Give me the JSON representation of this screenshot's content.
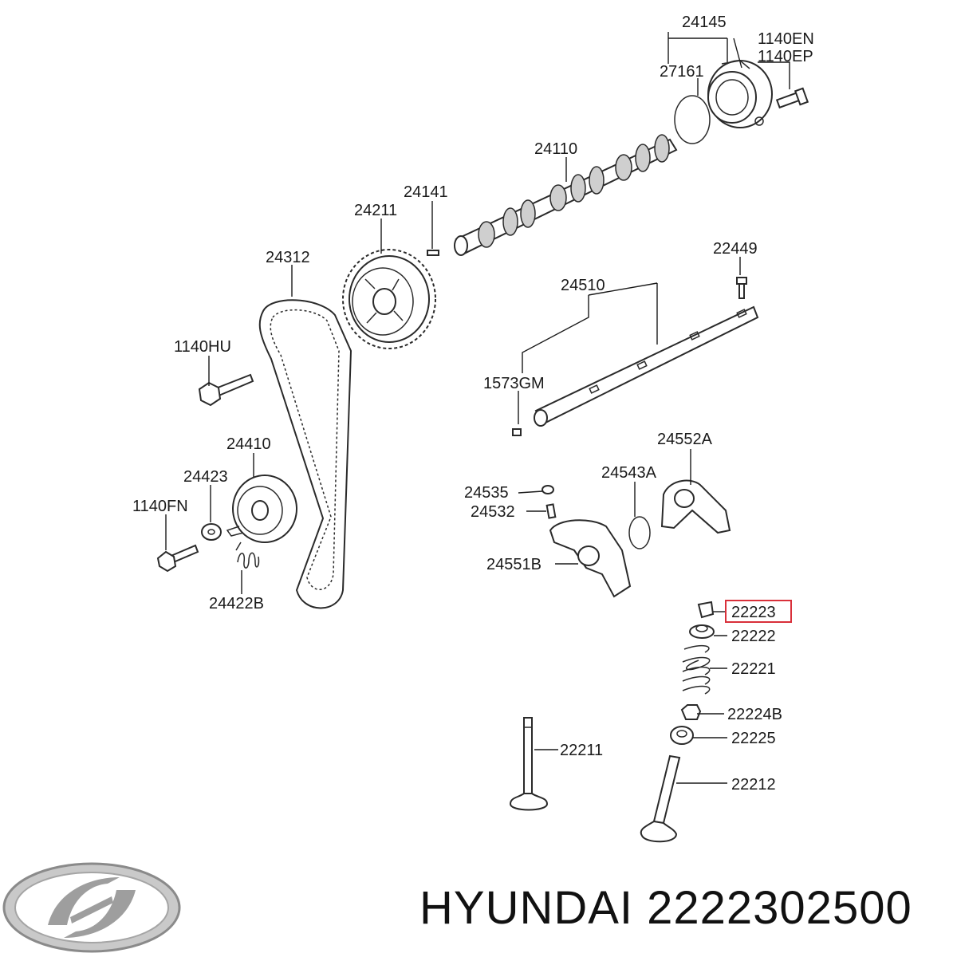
{
  "diagram": {
    "labels": {
      "l24145": "24145",
      "l1140EN": "1140EN",
      "l1140EP": "1140EP",
      "l27161": "27161",
      "l24110": "24110",
      "l24141": "24141",
      "l24211": "24211",
      "l24312": "24312",
      "l22449": "22449",
      "l24510": "24510",
      "l1140HU": "1140HU",
      "l1573GM": "1573GM",
      "l24410": "24410",
      "l24552A": "24552A",
      "l24423": "24423",
      "l24535": "24535",
      "l24543A": "24543A",
      "l1140FN": "1140FN",
      "l24532": "24532",
      "l24551B": "24551B",
      "l24422B": "24422B",
      "l22223": "22223",
      "l22222": "22222",
      "l22221": "22221",
      "l22224B": "22224B",
      "l22225": "22225",
      "l22211": "22211",
      "l22212": "22212"
    },
    "highlighted_part": "22223",
    "highlight_color": "#d9303a"
  },
  "brand": {
    "logo_icon": "hyundai-logo-icon",
    "text": "HYUNDAI 2222302500"
  }
}
